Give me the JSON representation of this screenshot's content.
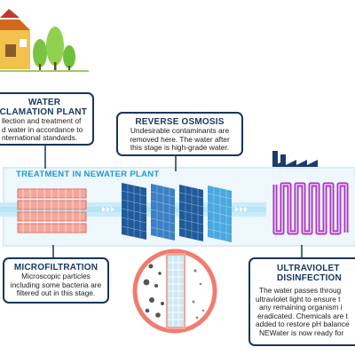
{
  "plant_box": {
    "title_line1": "WATER",
    "title_line2": "CLAMATION PLANT",
    "body_line1": "llection and treatment of",
    "body_line2": "d water in accordance to",
    "body_line3": "nternational standards."
  },
  "ro_box": {
    "title": "REVERSE OSMOSIS",
    "body_line1": "Undesirable contaminants are",
    "body_line2": "removed here. The water after",
    "body_line3": "this stage is high-grade water."
  },
  "pipeline": {
    "label": "TREATMENT IN NEWATER PLANT"
  },
  "mf_box": {
    "title": "MICROFILTRATION",
    "body_line1": "Microscopic particles",
    "body_line2": "including some bacteria are",
    "body_line3": "filtered out in this stage."
  },
  "uv_box": {
    "title_line1": "ULTRAVIOLET",
    "title_line2": "DISINFECTION",
    "body_line1": "The water passes throug",
    "body_line2": "ultraviolet light to ensure t",
    "body_line3": "any remaining organism i",
    "body_line4": "eradicated. Chemicals are t",
    "body_line5": "added to restore pH balance",
    "body_line6": "NEWater is now ready for"
  },
  "colors": {
    "navy": "#17365d",
    "pipe": "#c9ecf8",
    "pipe_flow": "#8fd8f0",
    "microfilter": "#f08878",
    "ro_dark": "#1f5a9b",
    "ro_light": "#4aa8e0",
    "uv_tube": "#a020b8",
    "label_blue": "#2196d4"
  },
  "icons": [
    "house-icon",
    "tree-icon",
    "factory-icon",
    "arrow-icon",
    "microscope-circle-icon"
  ]
}
